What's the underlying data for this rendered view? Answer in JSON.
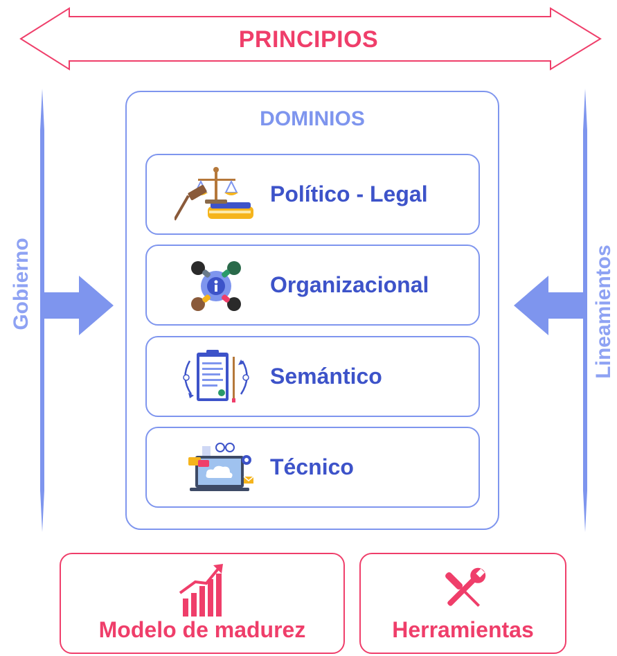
{
  "principios": {
    "label": "PRINCIPIOS"
  },
  "dominios": {
    "title": "DOMINIOS",
    "items": [
      {
        "label": "Político - Legal",
        "icon": "scales-gavel-icon"
      },
      {
        "label": "Organizacional",
        "icon": "people-info-icon"
      },
      {
        "label": "Semántico",
        "icon": "clipboard-cycle-icon"
      },
      {
        "label": "Técnico",
        "icon": "laptop-cloud-icon"
      }
    ]
  },
  "gobierno": {
    "label": "Gobierno"
  },
  "lineamientos": {
    "label": "Lineamientos"
  },
  "bottom": {
    "modelo": {
      "label": "Modelo de madurez",
      "icon": "bar-chart-growth-icon"
    },
    "herramientas": {
      "label": "Herramientas",
      "icon": "wrench-screwdriver-icon"
    }
  },
  "colors": {
    "accent_red": "#ef3e6a",
    "accent_blue": "#7e95ee",
    "label_blue": "#3d53c9",
    "light_blue": "#8ea2f3"
  }
}
